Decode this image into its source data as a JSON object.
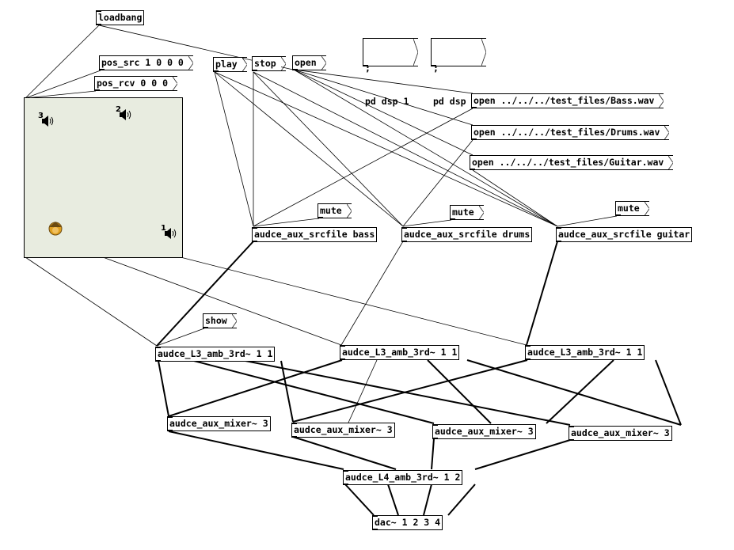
{
  "objects": {
    "loadbang": "loadbang",
    "pos_src": "pos_src 1 0 0 0",
    "pos_rcv": "pos_rcv 0 0 0",
    "play": "play",
    "stop": "stop",
    "open": "open",
    "dsp_on_line1": ";",
    "dsp_on_line2": "pd dsp 1",
    "dsp_off_line1": ";",
    "dsp_off_line2": "pd dsp 0",
    "open_bass": "open ../../../test_files/Bass.wav",
    "open_drums": "open ../../../test_files/Drums.wav",
    "open_guitar": "open ../../../test_files/Guitar.wav",
    "mute_bass": "mute",
    "mute_drums": "mute",
    "mute_guitar": "mute",
    "src_bass": "audce_aux_srcfile bass",
    "src_drums": "audce_aux_srcfile drums",
    "src_guitar": "audce_aux_srcfile guitar",
    "show": "show",
    "l3_a": "audce_L3_amb_3rd~ 1 1",
    "l3_b": "audce_L3_amb_3rd~ 1 1",
    "l3_c": "audce_L3_amb_3rd~ 1 1",
    "mixer_1": "audce_aux_mixer~ 3",
    "mixer_2": "audce_aux_mixer~ 3",
    "mixer_3": "audce_aux_mixer~ 3",
    "mixer_4": "audce_aux_mixer~ 3",
    "l4": "audce_L4_amb_3rd~ 1 2",
    "dac": "dac~ 1 2 3 4"
  },
  "gui": {
    "background": "#e8ece0",
    "speakers": [
      {
        "label": "3",
        "icon": "speaker-icon"
      },
      {
        "label": "2",
        "icon": "speaker-icon"
      },
      {
        "label": "1",
        "icon": "speaker-icon"
      }
    ],
    "listener_icon": "listener-head-icon",
    "listener_color": "#e0a020"
  }
}
